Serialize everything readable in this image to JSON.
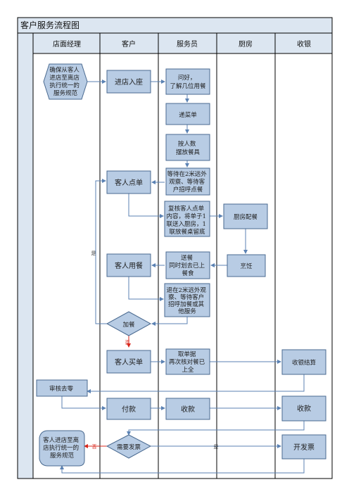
{
  "title": "客户服务流程图",
  "lanes": [
    "店面经理",
    "客户",
    "服务员",
    "厨房",
    "收银"
  ],
  "nodes": {
    "start": [
      "确保从客人",
      "进店至离店",
      "执行统一的",
      "服务规范"
    ],
    "enter": "进店入座",
    "greet": [
      "问好，",
      "了解几位用餐"
    ],
    "menu": "递菜单",
    "utensils": [
      "按人数",
      "摆放餐具"
    ],
    "wait1": [
      "等待在2米远外",
      "观察、等待客",
      "户招呼点餐"
    ],
    "order": "客人点单",
    "review": [
      "复核客人点单",
      "内容，将单子1",
      "联送入厨房，1",
      "联放餐桌留底"
    ],
    "kitchen_prep": "厨房配餐",
    "cook": "烹饪",
    "serve": [
      "送餐",
      "同时划去已上",
      "餐食"
    ],
    "dine": "客人用餐",
    "wait2": [
      "退在2米远外观",
      "察、等待客户",
      "招呼加餐或其",
      "他服务"
    ],
    "add": "加餐",
    "pay_req": "客人买单",
    "bill": [
      "取单据",
      "再次核对餐已",
      "上全"
    ],
    "checkout": "收银结算",
    "audit": "审核去零",
    "pay": "付款",
    "collect1": "收款",
    "collect2": "收款",
    "invoice_q": "需要发票",
    "issue_invoice": "开发票",
    "end": [
      "客人进店至离",
      "店执行统一的",
      "服务规范"
    ]
  },
  "edge_labels": {
    "yes": "是",
    "no": "否"
  },
  "colors": {
    "node_fill": "#b8cce4",
    "node_stroke": "#4a6a90",
    "arrow": "#5b82b3",
    "no_arrow": "#d9271c",
    "header_fill": "#dce6f1",
    "line": "#000000"
  }
}
